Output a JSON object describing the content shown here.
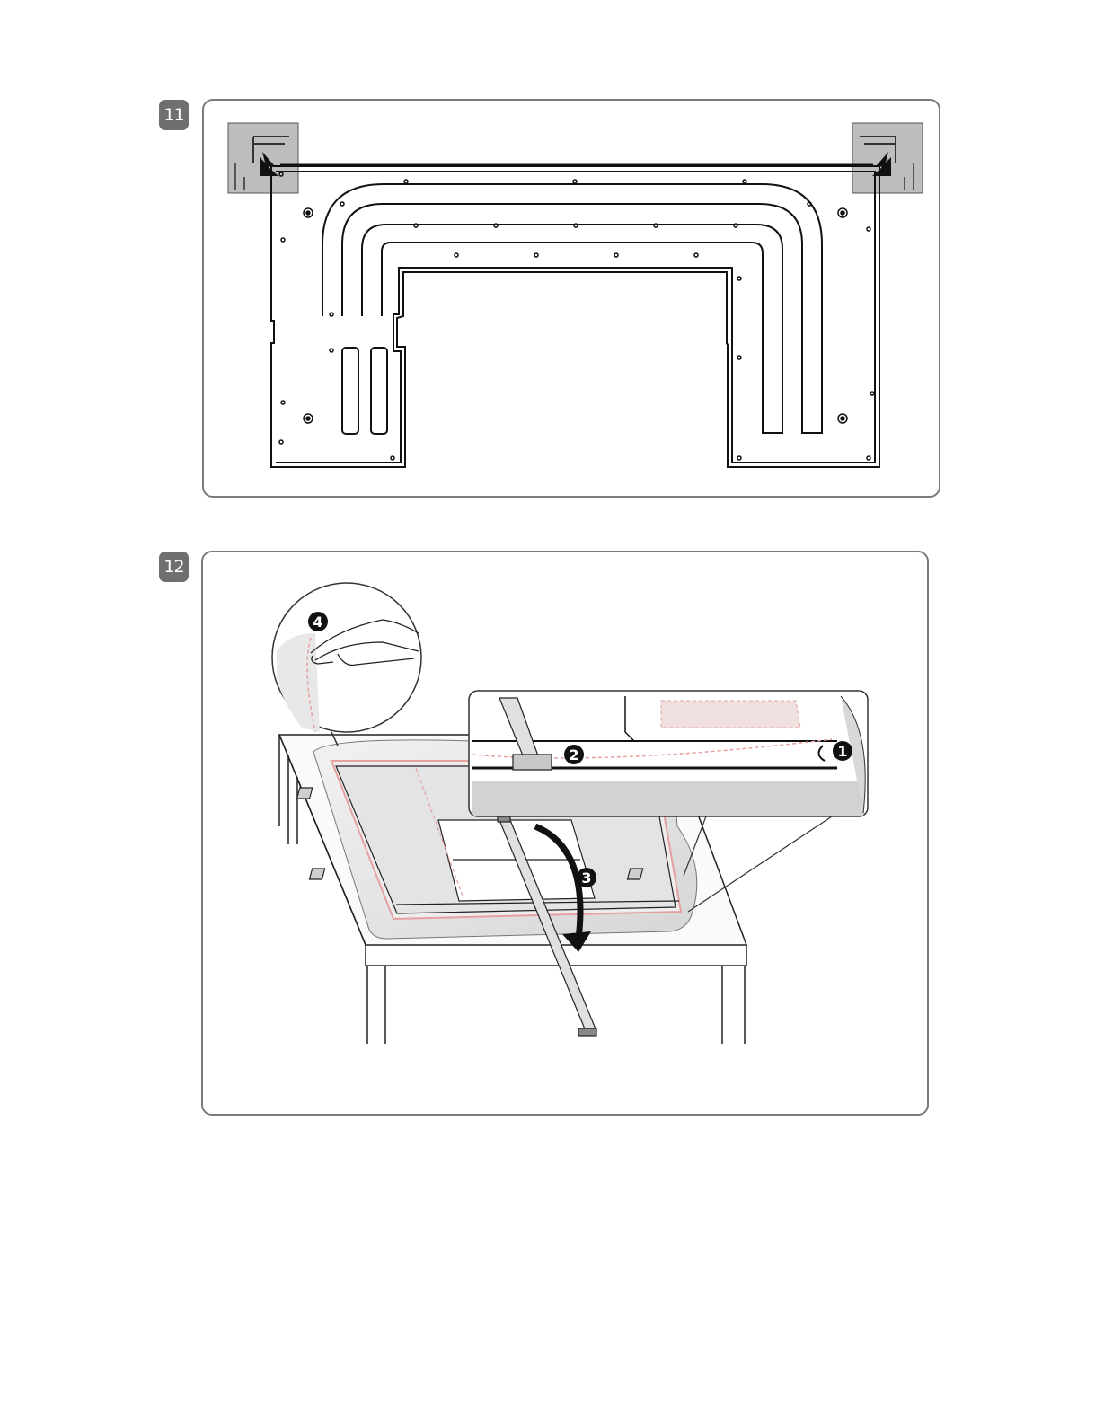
{
  "steps": [
    {
      "number": "11",
      "description_visible": ""
    },
    {
      "number": "12",
      "description_visible": ""
    }
  ],
  "callouts": [
    "1",
    "2",
    "3",
    "4"
  ],
  "colors": {
    "badge": "#6f6f6f",
    "panel_border": "#7a7a7a",
    "film_tint": "#e8e8e8",
    "film_outline": "#e6a0a0",
    "corner_guard": "#bdbdbd",
    "line": "#111111"
  },
  "icons": {
    "arrow": "curved-arrow-icon",
    "hand": "hand-icon",
    "pointer": "down-left-arrow-icon"
  }
}
